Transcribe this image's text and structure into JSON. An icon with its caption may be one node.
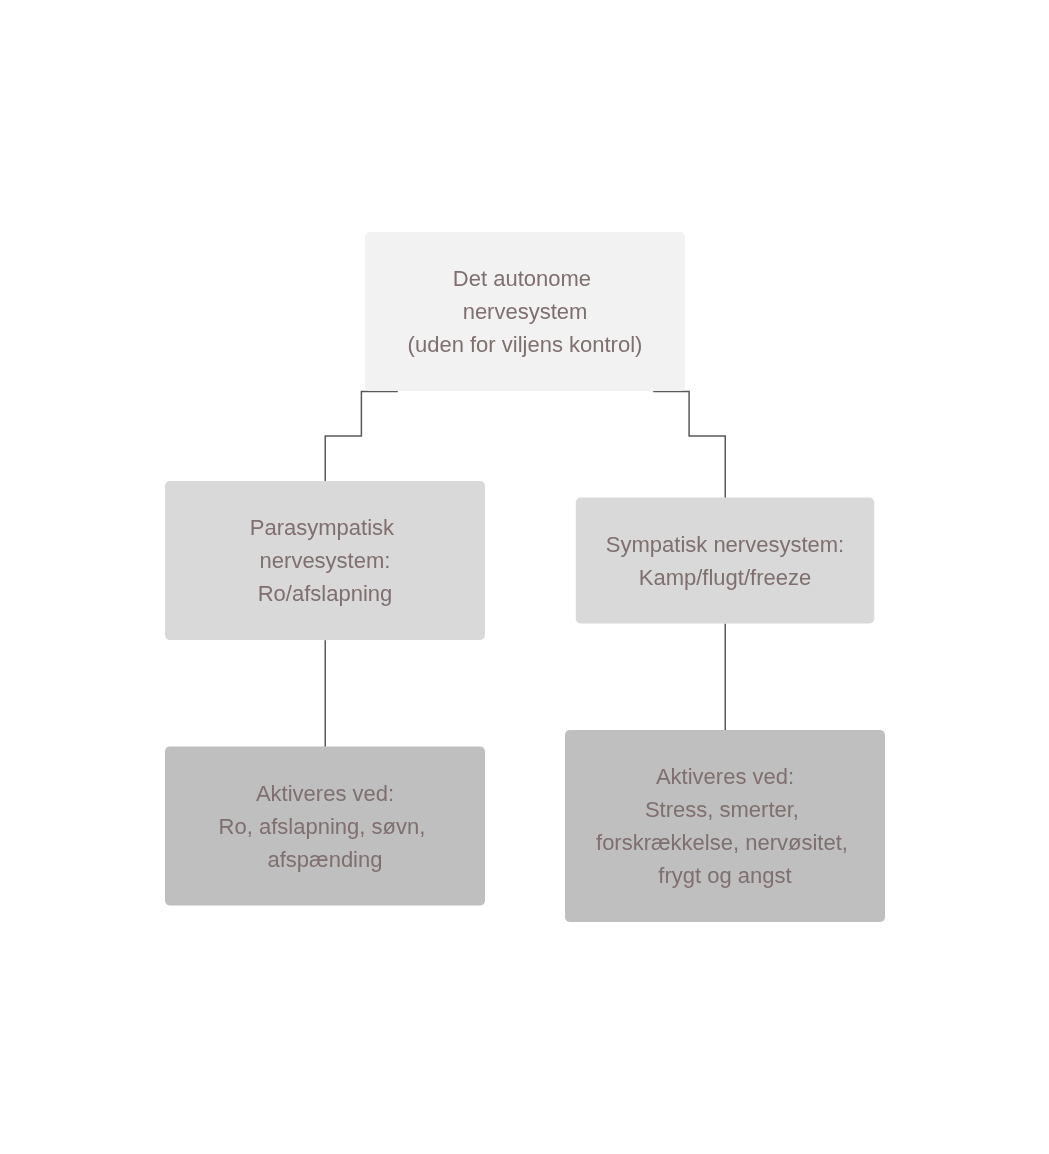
{
  "diagram": {
    "nodes": [
      {
        "text": [
          "Det autonome nervesystem",
          "(uden for viljens kontrol)"
        ]
      },
      {
        "text": [
          "Parasympatisk nervesystem:",
          "Ro/afslapning"
        ]
      },
      {
        "text": [
          "Sympatisk nervesystem:",
          "Kamp/flugt/freeze"
        ]
      },
      {
        "text": [
          "Aktiveres ved:",
          "Ro, afslapning, søvn, afspænding"
        ]
      },
      {
        "text": [
          "Aktiveres ved:",
          "Stress, smerter, forskrækkelse, nervøsitet, frygt og angst"
        ]
      }
    ],
    "edges": [
      {
        "from": 0,
        "to": 1,
        "arrow": "none"
      },
      {
        "from": 0,
        "to": 2,
        "arrow": "none"
      },
      {
        "from": 1,
        "to": 3,
        "arrow": "none"
      },
      {
        "from": 2,
        "to": 4,
        "arrow": "none"
      }
    ]
  }
}
